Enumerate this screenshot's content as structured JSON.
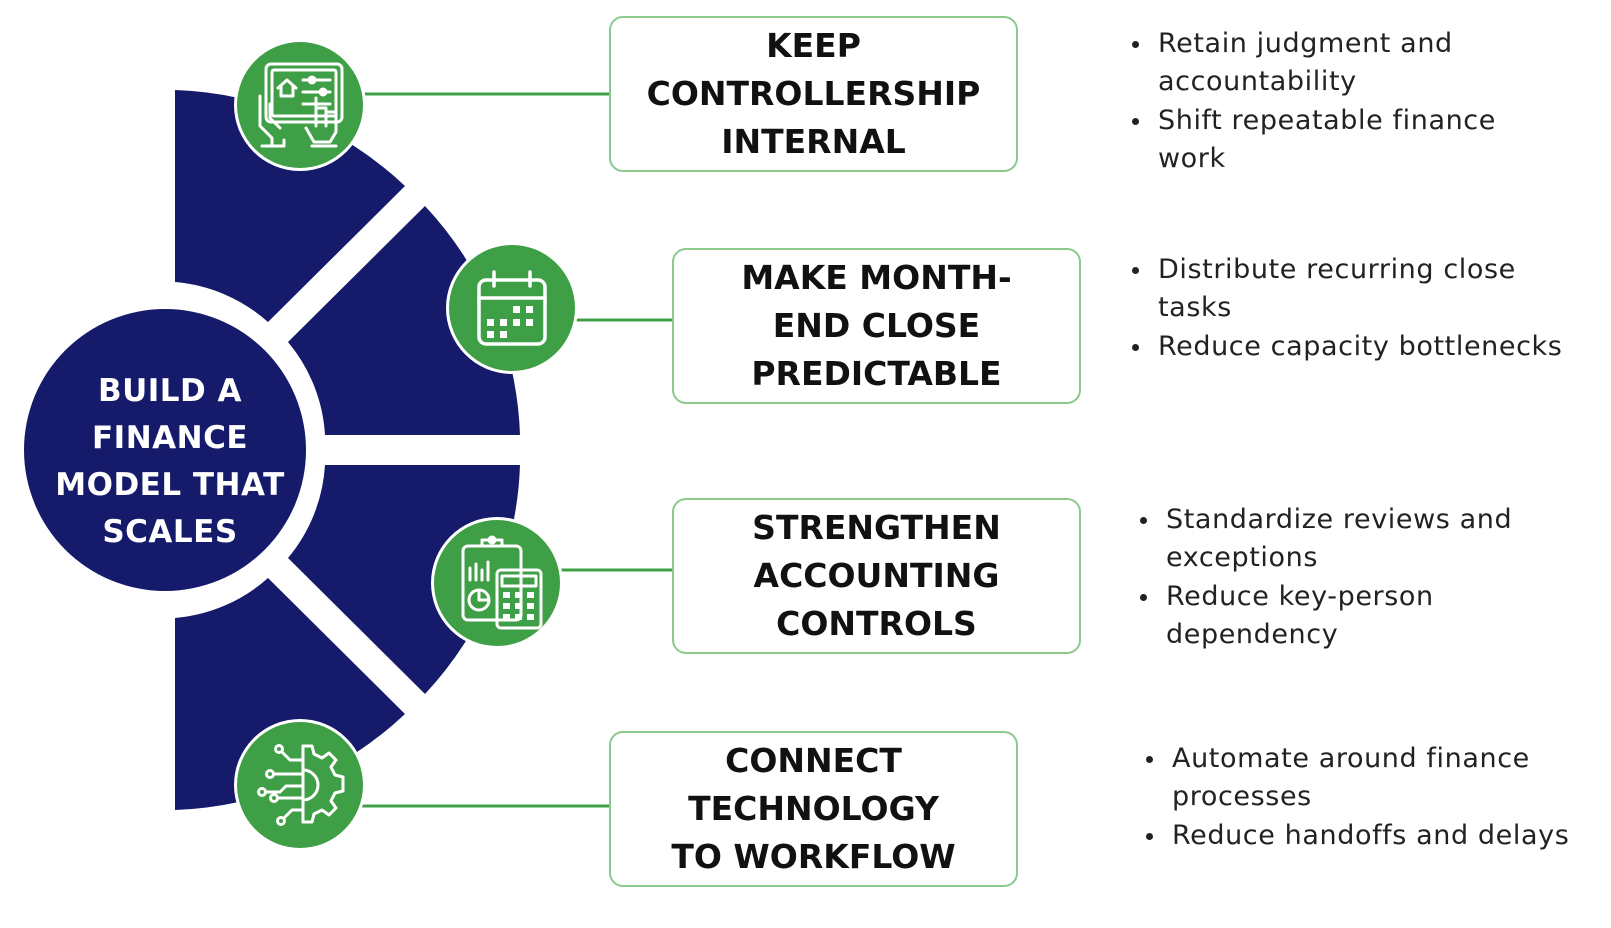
{
  "colors": {
    "navy": "#151a6b",
    "green": "#3f9f46",
    "green_border": "#8cc98c"
  },
  "hub": {
    "title": "BUILD A FINANCE MODEL THAT SCALES"
  },
  "pillars": [
    {
      "icon": "tablet-dashboard-icon",
      "title": "KEEP\nCONTROLLERSHIP\nINTERNAL",
      "bullets": [
        "Retain judgment and accountability",
        "Shift repeatable finance work"
      ]
    },
    {
      "icon": "calendar-icon",
      "title": "MAKE MONTH-\nEND CLOSE\nPREDICTABLE",
      "bullets": [
        "Distribute recurring close tasks",
        "Reduce capacity bottlenecks"
      ]
    },
    {
      "icon": "clipboard-calculator-icon",
      "title": "STRENGTHEN\nACCOUNTING\nCONTROLS",
      "bullets": [
        "Standardize reviews and exceptions",
        "Reduce key-person dependency"
      ]
    },
    {
      "icon": "circuit-gear-icon",
      "title": "CONNECT\nTECHNOLOGY\nTO WORKFLOW",
      "bullets": [
        "Automate around finance processes",
        "Reduce handoffs and delays"
      ]
    }
  ]
}
